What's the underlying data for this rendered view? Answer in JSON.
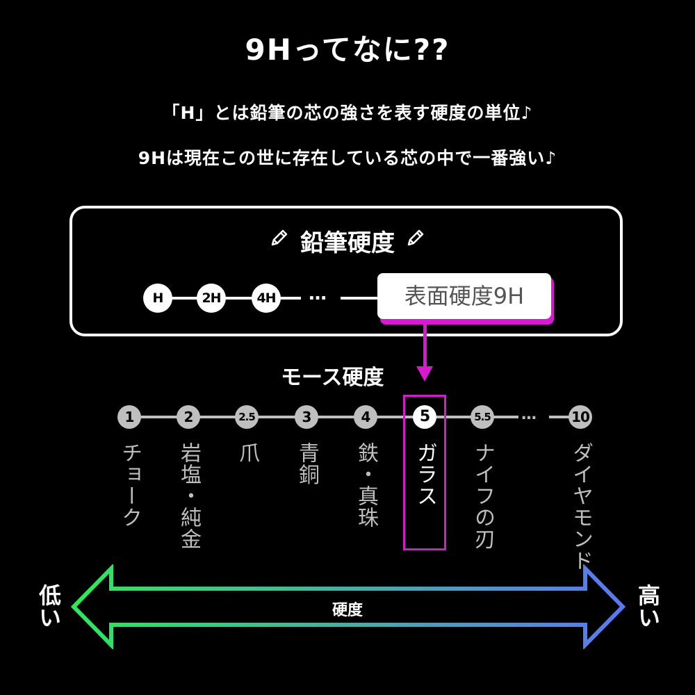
{
  "title": "9Hってなに??",
  "subtitle_lines": [
    "「H」とは鉛筆の芯の強さを表す硬度の単位♪",
    "9Hは現在この世に存在している芯の中で一番強い♪"
  ],
  "pencil_scale": {
    "header": "鉛筆硬度",
    "header_icon": "pencil-icon",
    "nodes": [
      "H",
      "2H",
      "4H"
    ],
    "ellipsis": "…",
    "highlight_label": "表面硬度9H"
  },
  "mohs_scale": {
    "label": "モース硬度",
    "nodes": [
      {
        "value": "1",
        "material": "チョーク"
      },
      {
        "value": "2",
        "material": "岩塩・純金"
      },
      {
        "value": "2.5",
        "material": "爪"
      },
      {
        "value": "3",
        "material": "青銅"
      },
      {
        "value": "4",
        "material": "鉄・真珠"
      },
      {
        "value": "5",
        "material": "ガラス"
      },
      {
        "value": "5.5",
        "material": "ナイフの刃"
      },
      {
        "value": "10",
        "material": "ダイヤモンド"
      }
    ],
    "ellipsis": "…",
    "highlighted_value": "5"
  },
  "hardness_axis": {
    "label": "硬度",
    "low": "低い",
    "high": "高い",
    "gradient_start": "#2ee85a",
    "gradient_end": "#5a78f0"
  },
  "colors": {
    "accent_magenta": "#d61ad0",
    "background": "#000000",
    "muted_gray": "#bfbfbf"
  }
}
